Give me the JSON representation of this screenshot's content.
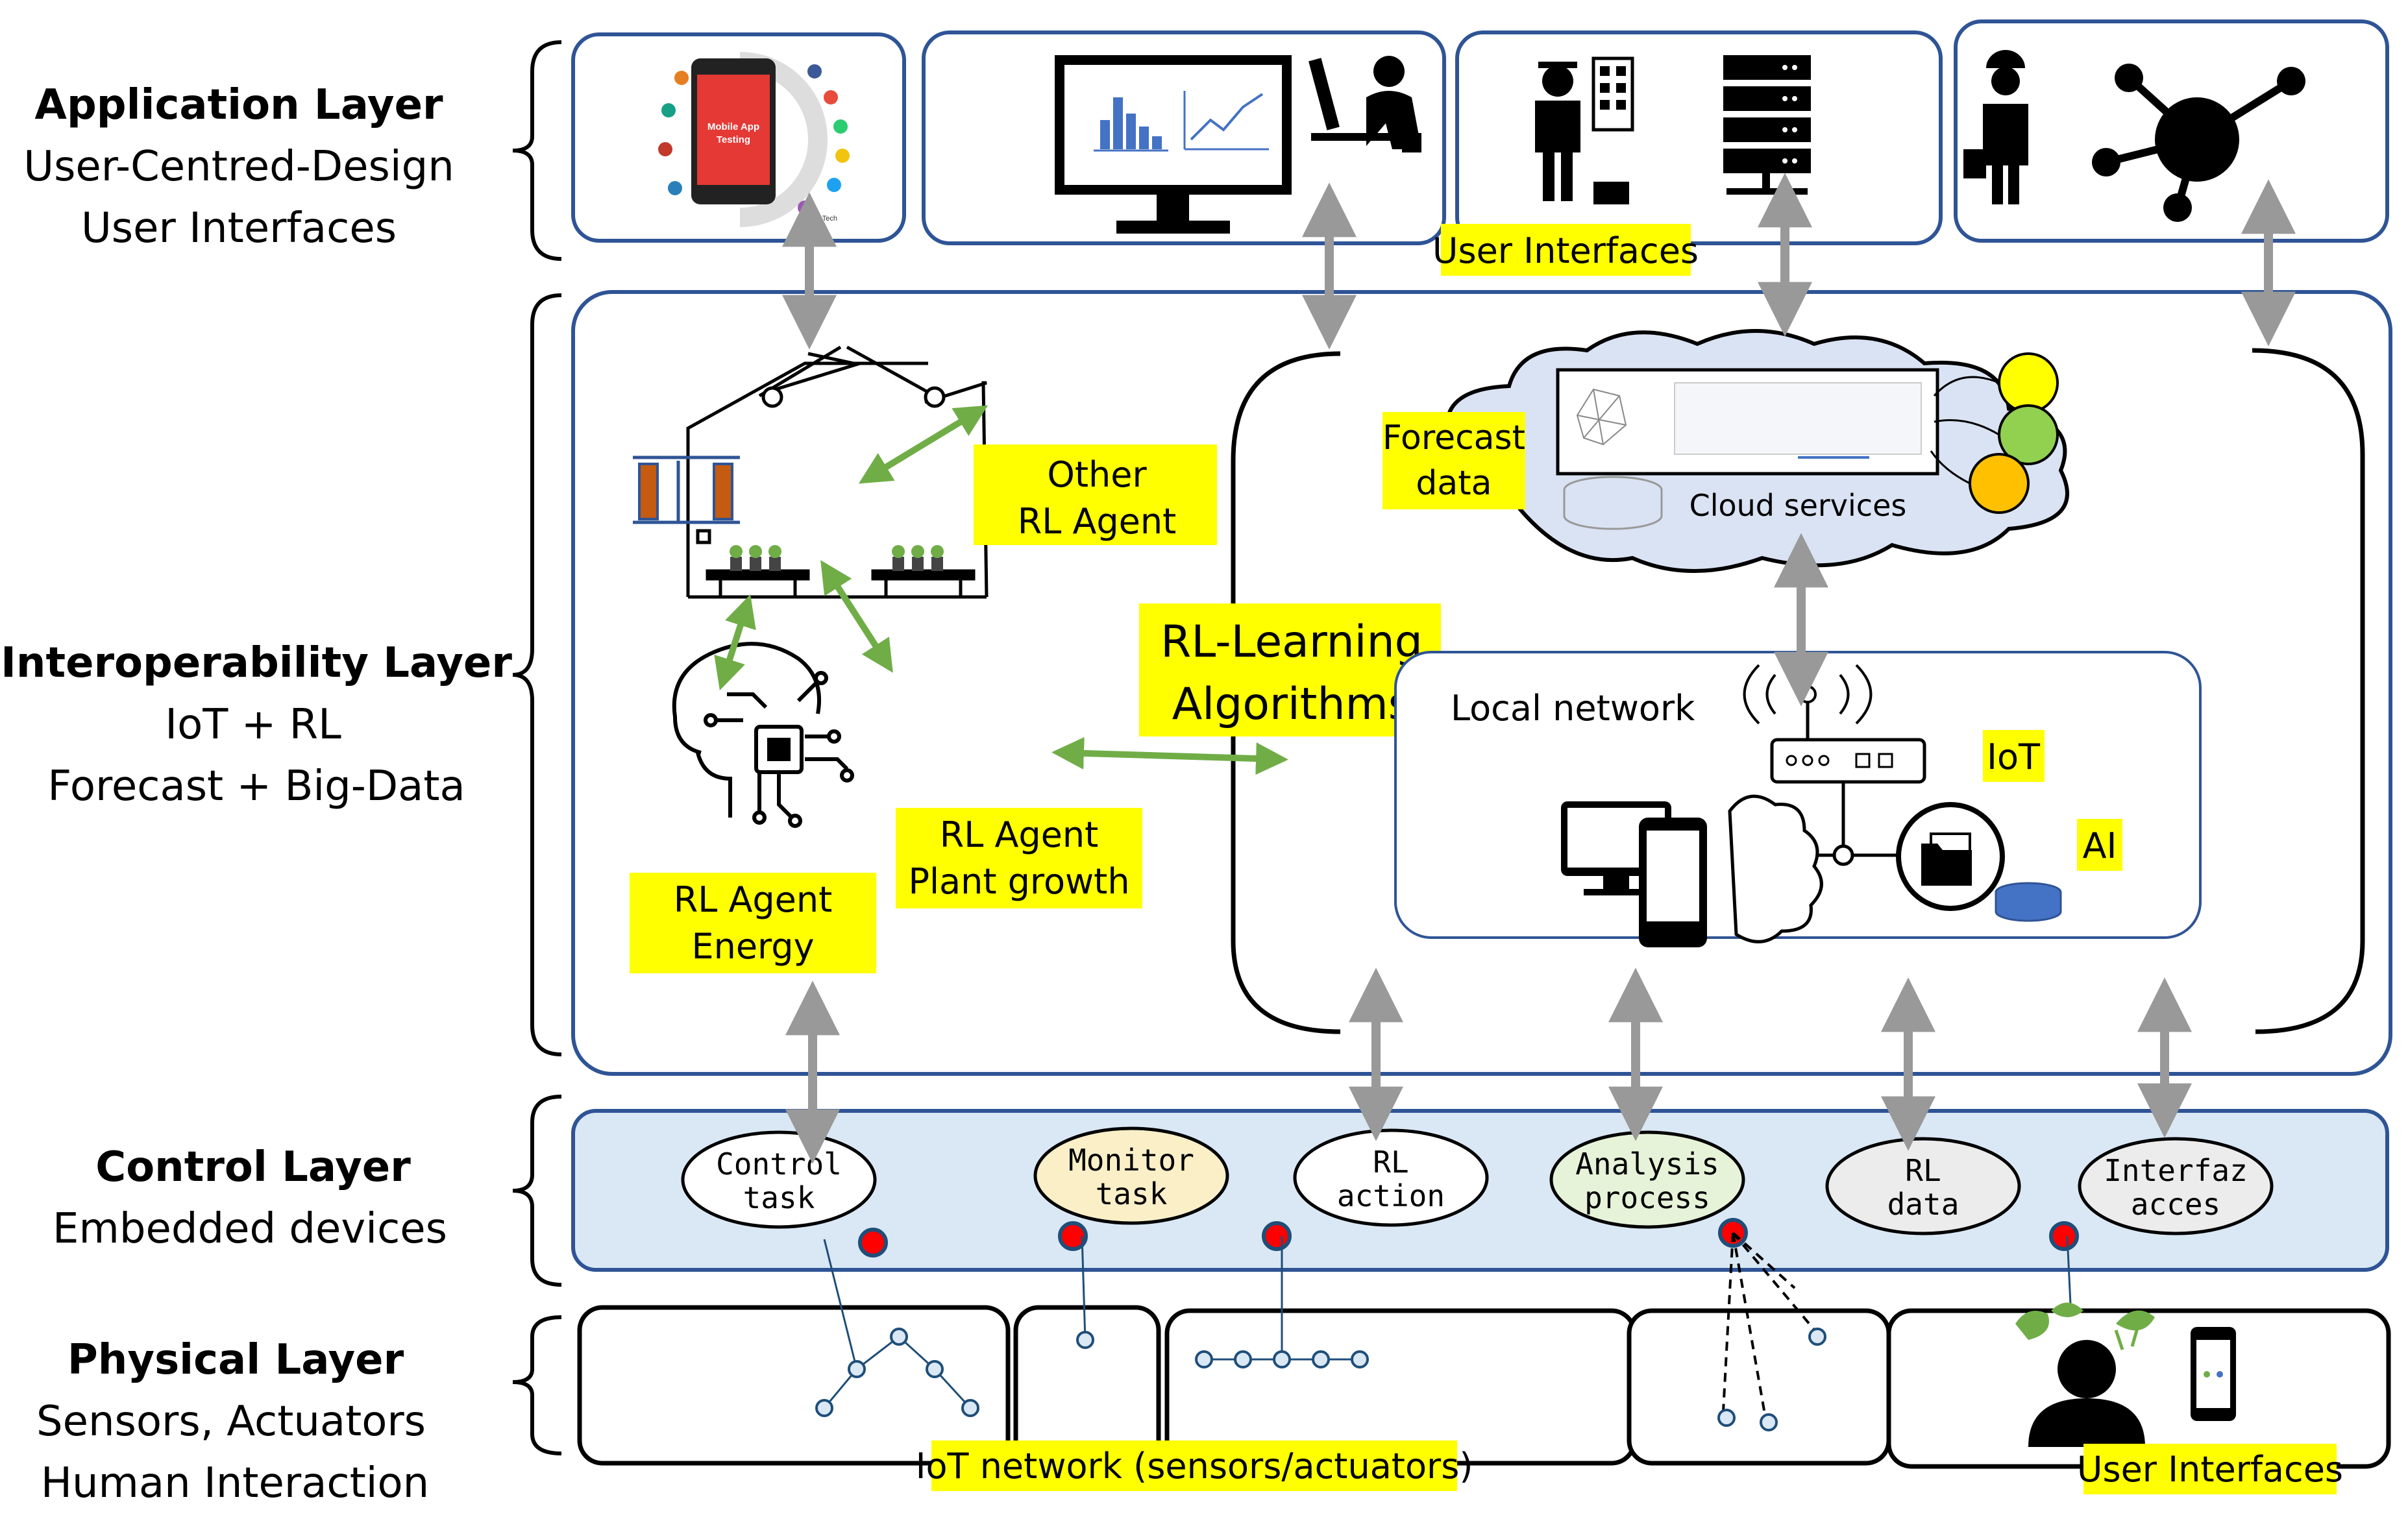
{
  "layers": [
    {
      "title": "Application Layer",
      "lines": [
        "User-Centred-Design",
        "User Interfaces"
      ]
    },
    {
      "title": "Interoperability Layer",
      "lines": [
        "IoT + RL",
        "Forecast + Big-Data"
      ]
    },
    {
      "title": "Control Layer",
      "lines": [
        "Embedded devices"
      ]
    },
    {
      "title": "Physical Layer",
      "lines": [
        "Sensors, Actuators",
        "Human Interaction"
      ]
    }
  ],
  "app_panel": {
    "phone_screen_text": [
      "Mobile App",
      "Testing"
    ],
    "phone_badge": "QA InfoTech",
    "user_interfaces_tag": "User Interfaces"
  },
  "interop": {
    "other_agent": [
      "Other",
      "RL Agent"
    ],
    "rl_learning": [
      "RL-Learning",
      "Algorithms"
    ],
    "rl_agent_plant": [
      "RL Agent",
      "Plant growth"
    ],
    "rl_agent_energy": [
      "RL Agent",
      "Energy"
    ],
    "forecast": [
      "Forecast",
      "data"
    ],
    "cloud_services": "Cloud services",
    "local_network": "Local network",
    "iot_tag": "IoT",
    "ai_tag": "AI"
  },
  "control_tasks": [
    {
      "lines": [
        "Control",
        "task"
      ],
      "fill": "#ffffff"
    },
    {
      "lines": [
        "Monitor",
        "task"
      ],
      "fill": "#fbefc8"
    },
    {
      "lines": [
        "RL",
        "action"
      ],
      "fill": "#ffffff"
    },
    {
      "lines": [
        "Analysis",
        "process"
      ],
      "fill": "#e7f3d9"
    },
    {
      "lines": [
        "RL",
        "data"
      ],
      "fill": "#ececec"
    },
    {
      "lines": [
        "Interfaz",
        "acces"
      ],
      "fill": "#ececec"
    }
  ],
  "physical": {
    "iot_network_label": "IoT network (sensors/actuators)",
    "user_interfaces_label": "User Interfaces"
  },
  "colors": {
    "panel_border": "#2f5496",
    "control_fill": "#dae8f5",
    "highlight": "#ffff00",
    "green_arrow": "#70ad47",
    "grey_arrow": "#999999",
    "node_stroke": "#1f4e79",
    "red_dot": "#ff0000"
  }
}
